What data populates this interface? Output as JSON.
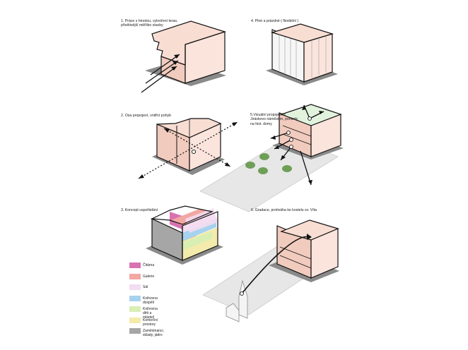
{
  "captions": {
    "c1": "1. Práce s hmotou, vytvoření teras, přivětivější měřítko stavby",
    "c2": "2. Osa propojení, vnitřní pohyb",
    "c3": "3. Koncept uspořádání",
    "c4": "4. Plné a prázdné ( flexibilní )",
    "c5": "5.Vizuální propojení s Jiráskovo náměstím, pohledy na hist. domy",
    "c6": "6. Gradace, protiváha ke kostelu sv. Víta"
  },
  "legend": [
    {
      "label": "Čitárna",
      "color": "#d873b0"
    },
    {
      "label": "Galerie",
      "color": "#f2a7a2"
    },
    {
      "label": "Sál",
      "color": "#f4dcf1"
    },
    {
      "label": "Knihovna dospělí",
      "color": "#a7d2ef"
    },
    {
      "label": "Knihovna děti a mládež",
      "color": "#d9eeb3"
    },
    {
      "label": "Komerční prostory",
      "color": "#f3ebab"
    },
    {
      "label": "Zaměstnanci, sklady, jádro",
      "color": "#a6a6a6"
    }
  ],
  "colors": {
    "mass": "#f8ddd3",
    "mass_side": "#f1cbbd",
    "ground": "#e5e5e5",
    "shadow": "#7f7f7f",
    "green_roof": "#e1f2dd",
    "tree": "#6f9f57"
  }
}
